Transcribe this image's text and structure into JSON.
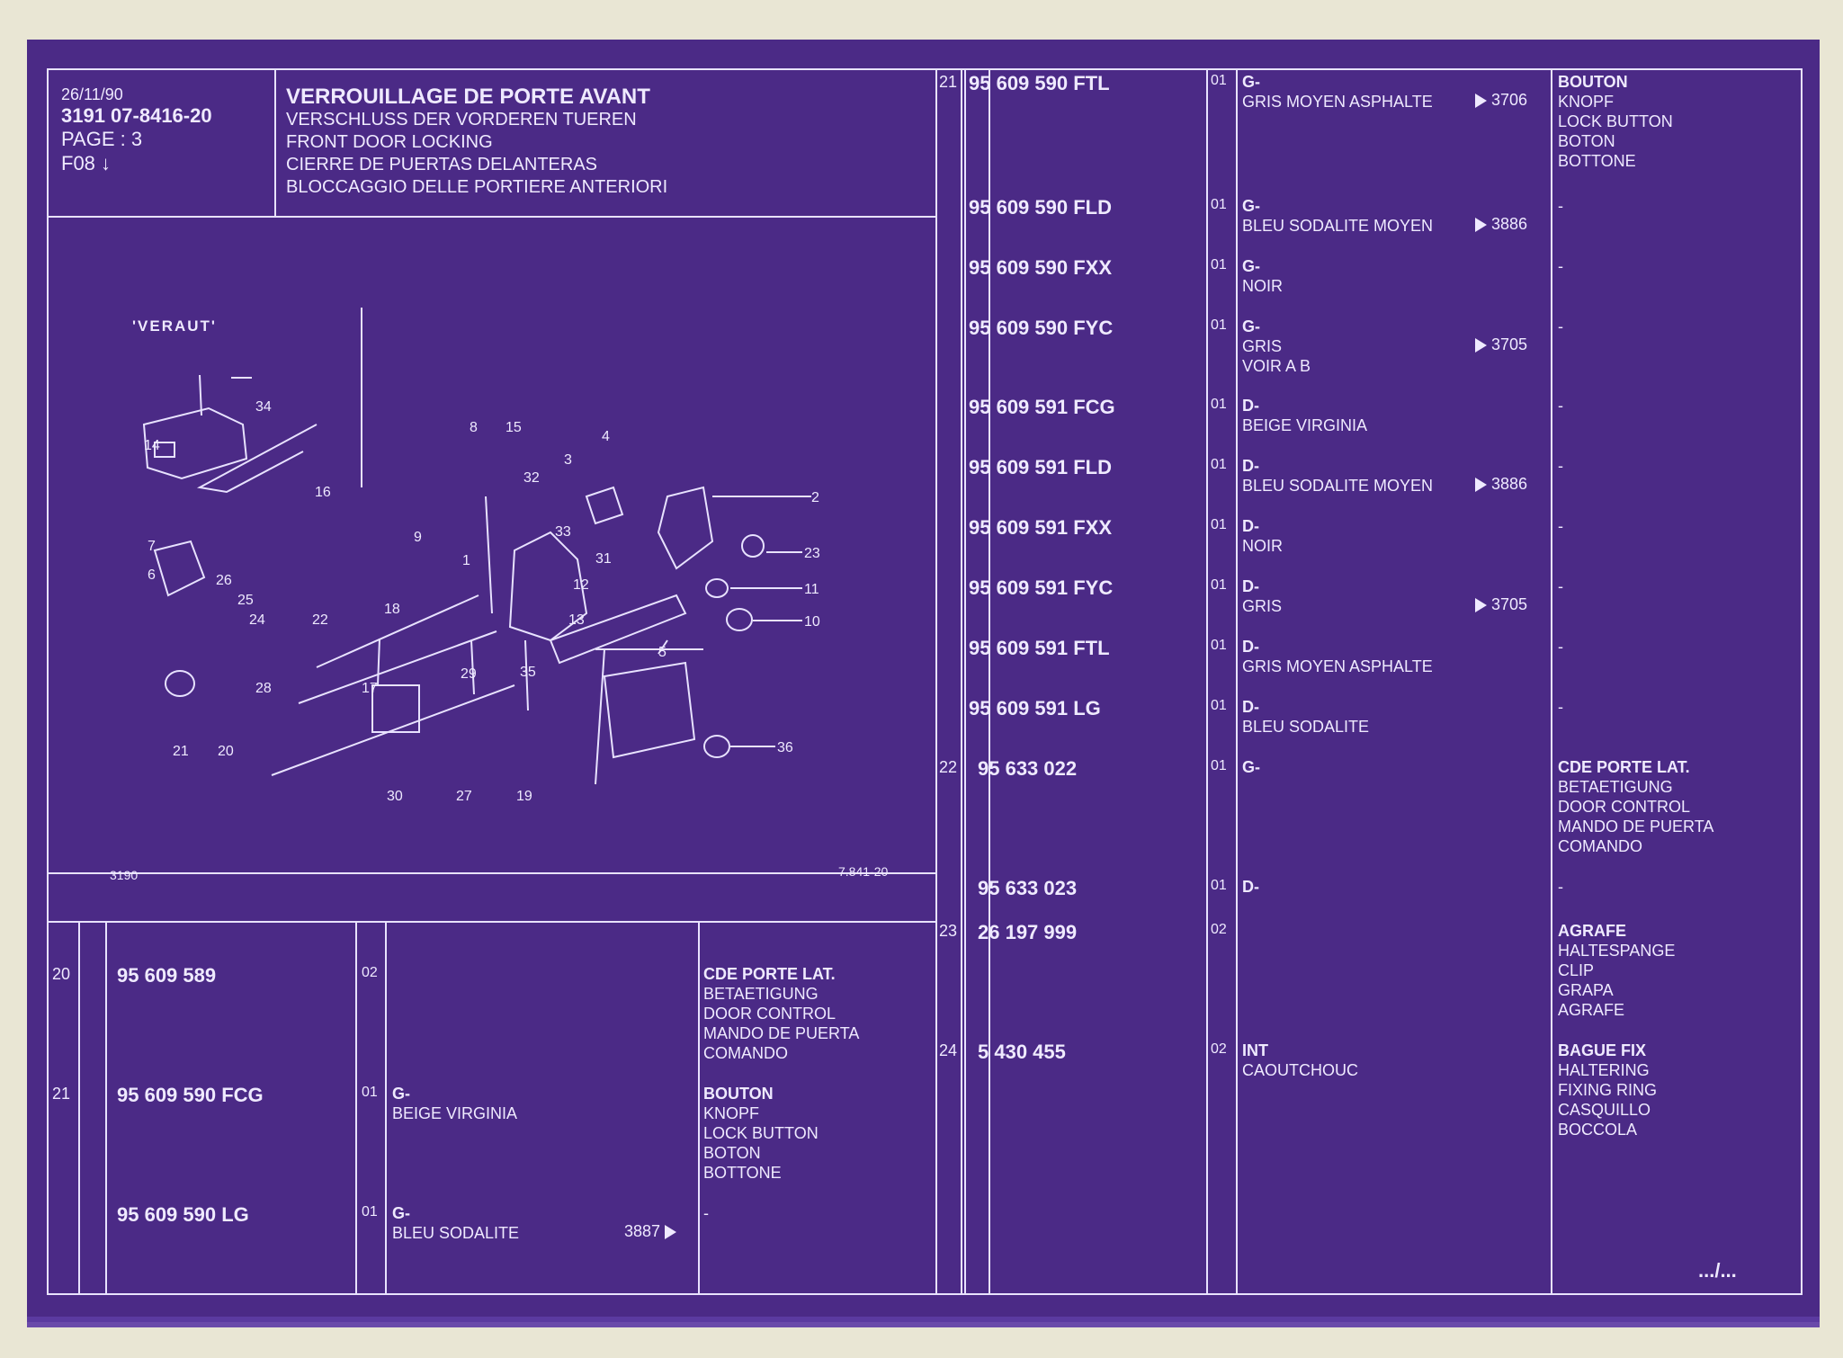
{
  "header": {
    "date": "26/11/90",
    "code": "3191  07-8416-20",
    "page": "PAGE : 3",
    "ref": "F08",
    "title_fr": "VERROUILLAGE DE PORTE AVANT",
    "title_de": "VERSCHLUSS DER VORDEREN TUEREN",
    "title_en": "FRONT DOOR LOCKING",
    "title_es": "CIERRE DE PUERTAS DELANTERAS",
    "title_it": "BLOCCAGGIO DELLE PORTIERE ANTERIORI"
  },
  "diagram": {
    "brand": "'VERAUT'",
    "code_left": "3190",
    "code_right": "7.841-20",
    "callouts": [
      "1",
      "2",
      "3",
      "4",
      "5",
      "6",
      "7",
      "8",
      "9",
      "10",
      "11",
      "12",
      "13",
      "14",
      "15",
      "16",
      "17",
      "18",
      "19",
      "20",
      "21",
      "22",
      "23",
      "24",
      "25",
      "26",
      "27",
      "28",
      "29",
      "30",
      "31",
      "32",
      "33",
      "34",
      "35",
      "36"
    ]
  },
  "left_table": {
    "rows": [
      {
        "pos": "20",
        "ref": "95 609 589",
        "qty": "02",
        "desc": "",
        "desc2": "",
        "arrow_num": "",
        "label": [
          "CDE PORTE LAT.",
          "BETAETIGUNG",
          "DOOR CONTROL",
          "MANDO DE PUERTA",
          "COMANDO"
        ]
      },
      {
        "pos": "21",
        "ref": "95 609 590 FCG",
        "qty": "01",
        "desc": "G-",
        "desc2": "BEIGE VIRGINIA",
        "arrow_num": "",
        "label": [
          "BOUTON",
          "KNOPF",
          "LOCK BUTTON",
          "BOTON",
          "BOTTONE"
        ]
      },
      {
        "pos": "",
        "ref": "95 609 590 LG",
        "qty": "01",
        "desc": "G-",
        "desc2": "BLEU SODALITE",
        "arrow_num": "3887",
        "label": [
          "-"
        ]
      }
    ]
  },
  "right_table": {
    "rows": [
      {
        "pos": "21",
        "ref": "95 609 590 FTL",
        "qty": "01",
        "desc": "G-",
        "desc2": "GRIS MOYEN ASPHALTE",
        "desc3": "",
        "arrow_num": "3706",
        "label": [
          "BOUTON",
          "KNOPF",
          "LOCK BUTTON",
          "BOTON",
          "BOTTONE"
        ]
      },
      {
        "pos": "",
        "ref": "95 609 590 FLD",
        "qty": "01",
        "desc": "G-",
        "desc2": "BLEU SODALITE MOYEN",
        "desc3": "",
        "arrow_num": "3886",
        "label": [
          "-"
        ]
      },
      {
        "pos": "",
        "ref": "95 609 590 FXX",
        "qty": "01",
        "desc": "G-",
        "desc2": "NOIR",
        "desc3": "",
        "arrow_num": "",
        "label": [
          "-"
        ]
      },
      {
        "pos": "",
        "ref": "95 609 590 FYC",
        "qty": "01",
        "desc": "G-",
        "desc2": "GRIS",
        "desc3": "VOIR A B",
        "arrow_num": "3705",
        "label": [
          "-"
        ]
      },
      {
        "pos": "",
        "ref": "95 609 591 FCG",
        "qty": "01",
        "desc": "D-",
        "desc2": "BEIGE VIRGINIA",
        "desc3": "",
        "arrow_num": "",
        "label": [
          "-"
        ]
      },
      {
        "pos": "",
        "ref": "95 609 591 FLD",
        "qty": "01",
        "desc": "D-",
        "desc2": "BLEU SODALITE MOYEN",
        "desc3": "",
        "arrow_num": "3886",
        "label": [
          "-"
        ]
      },
      {
        "pos": "",
        "ref": "95 609 591 FXX",
        "qty": "01",
        "desc": "D-",
        "desc2": "NOIR",
        "desc3": "",
        "arrow_num": "",
        "label": [
          "-"
        ]
      },
      {
        "pos": "",
        "ref": "95 609 591 FYC",
        "qty": "01",
        "desc": "D-",
        "desc2": "GRIS",
        "desc3": "",
        "arrow_num": "3705",
        "label": [
          "-"
        ]
      },
      {
        "pos": "",
        "ref": "95 609 591 FTL",
        "qty": "01",
        "desc": "D-",
        "desc2": "GRIS MOYEN ASPHALTE",
        "desc3": "",
        "arrow_num": "",
        "label": [
          "-"
        ]
      },
      {
        "pos": "",
        "ref": "95 609 591 LG",
        "qty": "01",
        "desc": "D-",
        "desc2": "BLEU SODALITE",
        "desc3": "",
        "arrow_num": "",
        "label": [
          "-"
        ]
      },
      {
        "pos": "22",
        "ref": "95 633 022",
        "qty": "01",
        "desc": "G-",
        "desc2": "",
        "desc3": "",
        "arrow_num": "",
        "label": [
          "CDE PORTE LAT.",
          "BETAETIGUNG",
          "DOOR CONTROL",
          "MANDO DE PUERTA",
          "COMANDO"
        ]
      },
      {
        "pos": "",
        "ref": "95 633 023",
        "qty": "01",
        "desc": "D-",
        "desc2": "",
        "desc3": "",
        "arrow_num": "",
        "label": [
          "-"
        ]
      },
      {
        "pos": "23",
        "ref": "26 197 999",
        "qty": "02",
        "desc": "",
        "desc2": "",
        "desc3": "",
        "arrow_num": "",
        "label": [
          "AGRAFE",
          "HALTESPANGE",
          "CLIP",
          "GRAPA",
          "AGRAFE"
        ]
      },
      {
        "pos": "24",
        "ref": "5 430 455",
        "qty": "02",
        "desc": "INT",
        "desc2": "CAOUTCHOUC",
        "desc3": "",
        "arrow_num": "",
        "label": [
          "BAGUE FIX",
          "HALTERING",
          "FIXING RING",
          "CASQUILLO",
          "BOCCOLA"
        ]
      }
    ]
  },
  "footer": {
    "continuation": ".../..."
  },
  "colors": {
    "sheet": "#4b2a86",
    "ink": "#efeaff",
    "background": "#e9e6d4"
  }
}
